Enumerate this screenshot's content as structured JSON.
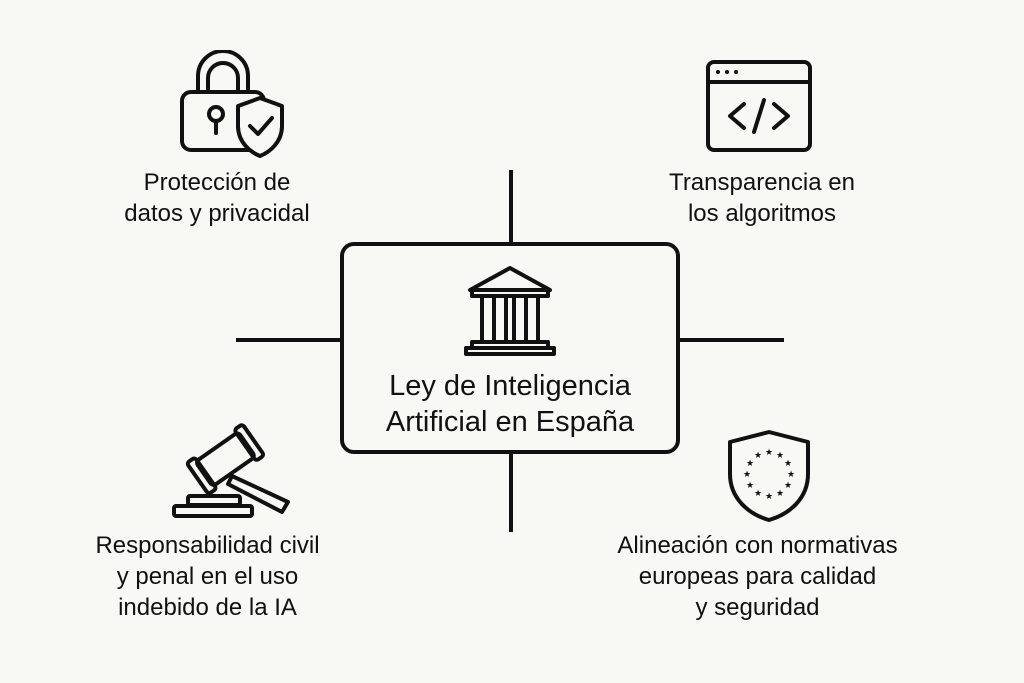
{
  "diagram": {
    "center": {
      "title_line_1": "Ley de Inteligencia",
      "title_line_2": "Artificial en España",
      "icon": "courthouse-icon"
    },
    "nodes": [
      {
        "id": "data-protection",
        "line_1": "Protección de",
        "line_2": "datos y privacidal",
        "icon": "lock-shield-icon"
      },
      {
        "id": "transparency",
        "line_1": "Transparencia en",
        "line_2": "los algoritmos",
        "icon": "code-window-icon"
      },
      {
        "id": "liability",
        "line_1": "Responsabilidad civil",
        "line_2": "y penal en el uso",
        "line_3": "indebido de la IA",
        "icon": "gavel-icon"
      },
      {
        "id": "eu-alignment",
        "line_1": "Alineación con normativas",
        "line_2": "europeas para calidad",
        "line_3": "y seguridad",
        "icon": "eu-shield-icon"
      }
    ]
  },
  "style": {
    "background": "#f8f8f5",
    "ink": "#111111"
  }
}
